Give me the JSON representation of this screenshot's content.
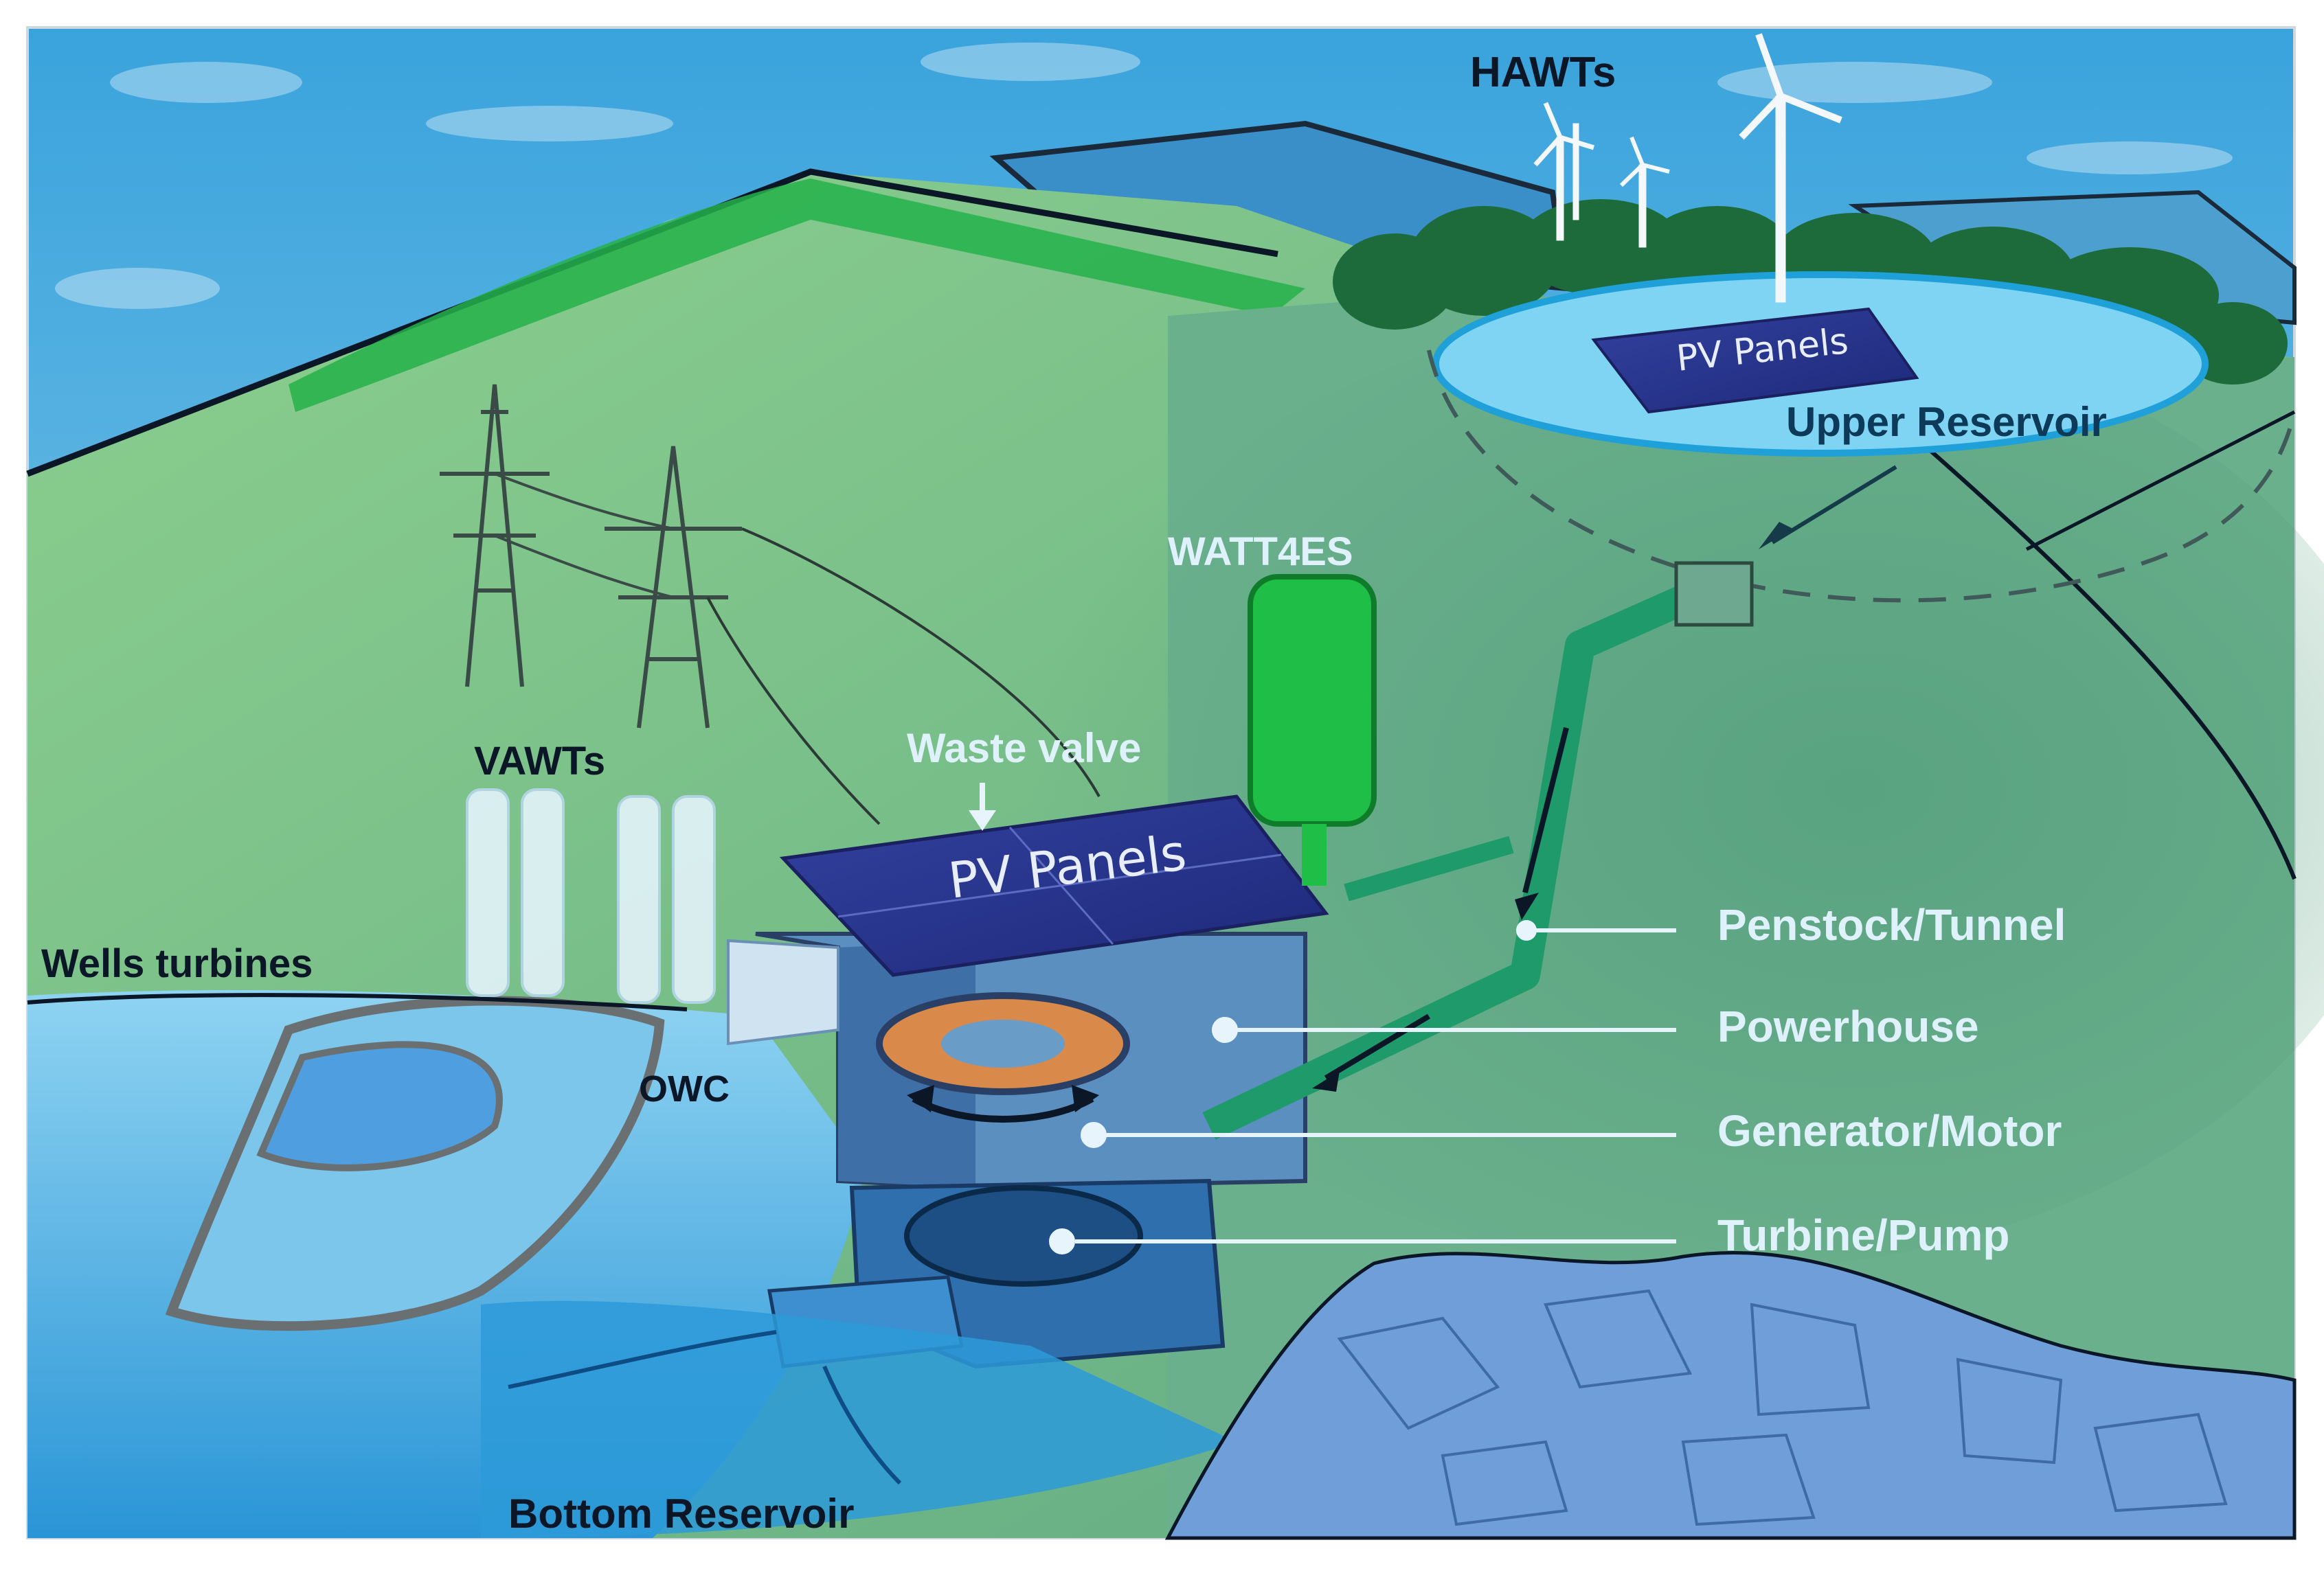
{
  "labels": {
    "hawts": "HAWTs",
    "pv_panels_upper": "PV Panels",
    "upper_reservoir": "Upper Reservoir",
    "watt4es": "WATT4ES",
    "waste_valve": "Waste valve",
    "vawts": "VAWTs",
    "pv_panels_main": "PV Panels",
    "wells_turbines": "Wells turbines",
    "owc": "OWC",
    "penstock_tunnel": "Penstock/Tunnel",
    "powerhouse": "Powerhouse",
    "generator_motor": "Generator/Motor",
    "turbine_pump": "Turbine/Pump",
    "bottom_reservoir": "Bottom Reservoir"
  },
  "colors": {
    "sky": "#5fb4e0",
    "hill": "#7fc08a",
    "pipe": "#1f9a6a",
    "pv_panel": "#26338a",
    "water": "#4cb4e6",
    "rock": "#6f9ed8",
    "tank": "#1fbe46",
    "dark_text": "#0b1626",
    "light_text": "#dff1fb"
  }
}
